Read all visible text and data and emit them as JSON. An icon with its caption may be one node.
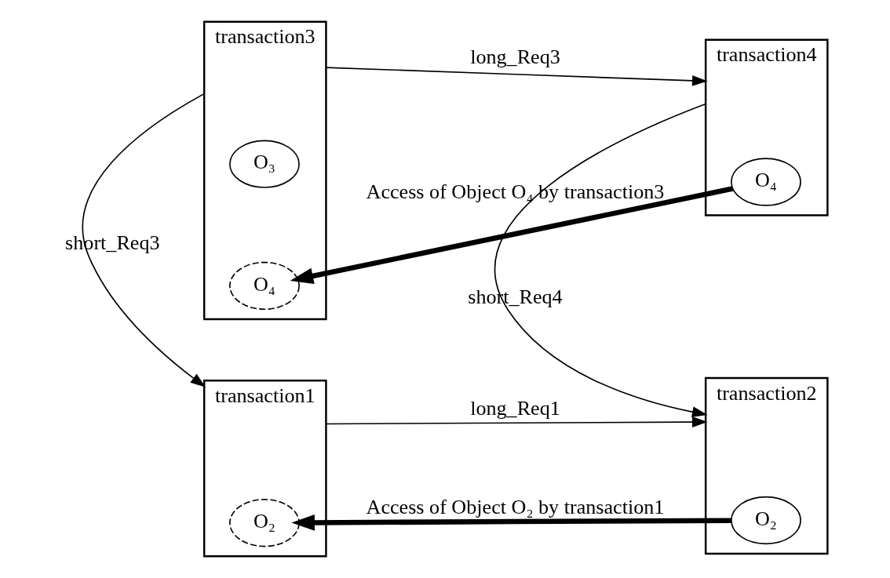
{
  "diagram": {
    "nodes": [
      {
        "text": [
          "transaction1"
        ]
      },
      {
        "text": [
          "O₂"
        ],
        "in": 0
      },
      {
        "text": [
          "transaction2"
        ]
      },
      {
        "text": [
          "O₂"
        ],
        "in": 2
      },
      {
        "text": [
          "transaction3"
        ]
      },
      {
        "text": [
          "O₃"
        ],
        "in": 4
      },
      {
        "text": [
          "O₄"
        ],
        "in": 4
      },
      {
        "text": [
          "transaction4"
        ]
      },
      {
        "text": [
          "O₄"
        ],
        "in": 7
      }
    ],
    "edges": [
      {
        "from": 0,
        "to": 2,
        "arrow": "to",
        "label": "long_Req1"
      },
      {
        "from": 3,
        "to": 1,
        "arrow": "to",
        "label": "Access of Object O₂ by transaction1",
        "style": "thick"
      },
      {
        "from": 4,
        "to": 0,
        "arrow": "to",
        "label": "short_Req3"
      },
      {
        "from": 7,
        "to": 2,
        "arrow": "to",
        "label": "short_Req4"
      },
      {
        "from": 4,
        "to": 7,
        "arrow": "to",
        "label": "long_Req3"
      },
      {
        "from": 8,
        "to": 6,
        "arrow": "to",
        "label": "Access of Object O₄ by transaction3",
        "style": "thick"
      }
    ]
  }
}
